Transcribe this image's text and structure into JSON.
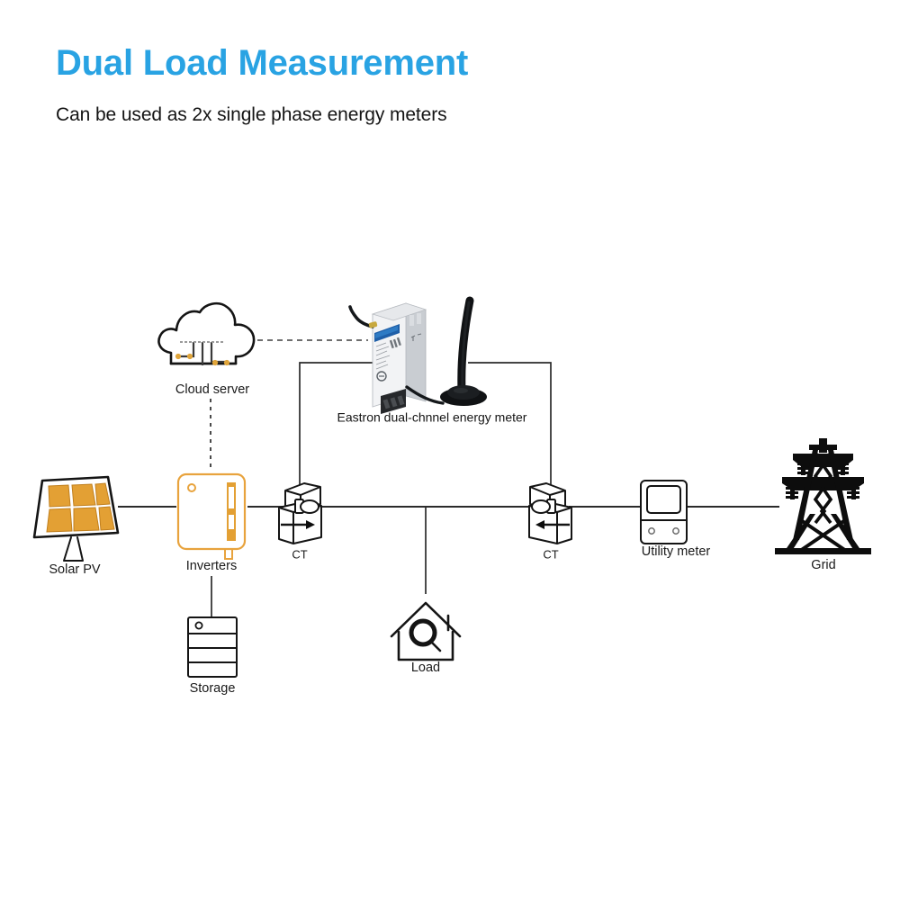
{
  "header": {
    "title": "Dual Load Measurement",
    "subtitle": "Can be used as 2x single phase energy meters",
    "title_color": "#29A3E3",
    "subtitle_color": "#141414"
  },
  "diagram": {
    "caption": "Eastron dual-chnnel energy meter",
    "nodes": [
      {
        "id": "cloud",
        "label": "Cloud server",
        "icon": "cloud-network-icon"
      },
      {
        "id": "solar",
        "label": "Solar PV",
        "icon": "solar-panel-icon"
      },
      {
        "id": "inverter",
        "label": "Inverters",
        "icon": "inverter-icon"
      },
      {
        "id": "storage",
        "label": "Storage",
        "icon": "battery-stack-icon"
      },
      {
        "id": "ct_left",
        "label": "CT",
        "icon": "current-transformer-icon"
      },
      {
        "id": "load",
        "label": "Load",
        "icon": "house-search-icon"
      },
      {
        "id": "ct_right",
        "label": "CT",
        "icon": "current-transformer-icon"
      },
      {
        "id": "utility",
        "label": "Utility meter",
        "icon": "utility-meter-icon"
      },
      {
        "id": "grid",
        "label": "Grid",
        "icon": "transmission-tower-icon"
      }
    ],
    "device": {
      "name": "din-rail-energy-meter",
      "antenna": "whip-antenna-icon"
    },
    "colors": {
      "wire": "#2b2b2b",
      "dashed": "#6e6e6e",
      "solar_cell": "#E3A034",
      "inverter_outline": "#E8A33D",
      "ink": "#141414"
    }
  }
}
